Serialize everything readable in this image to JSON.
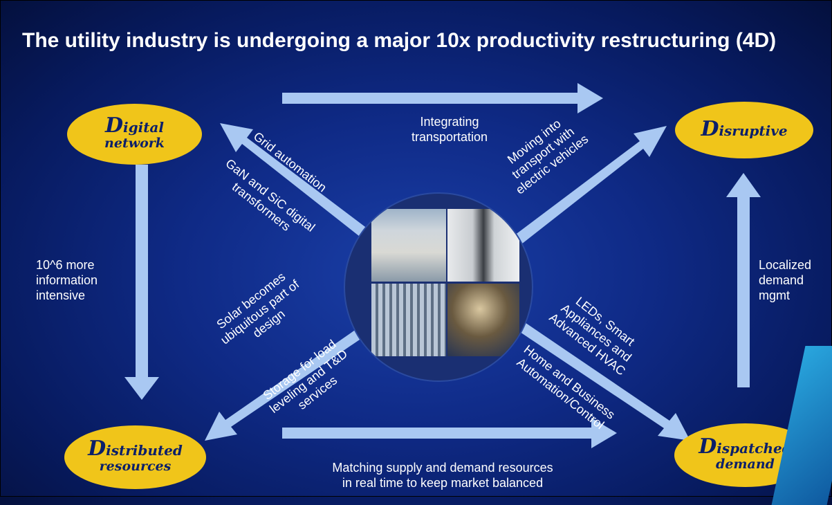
{
  "title": "The utility industry is undergoing a major 10x productivity restructuring (4D)",
  "nodes": {
    "digital": {
      "initial": "D",
      "rest_line1": "igital",
      "line2": "network"
    },
    "disruptive": {
      "initial": "D",
      "rest_line1": "isruptive",
      "line2": ""
    },
    "distributed": {
      "initial": "D",
      "rest_line1": "istributed",
      "line2": "resources"
    },
    "dispatched": {
      "initial": "D",
      "rest_line1": "ispatched",
      "line2": "demand"
    }
  },
  "labels": {
    "top": [
      "Integrating",
      "transportation"
    ],
    "left": [
      "10^6 more",
      "information",
      "intensive"
    ],
    "right": [
      "Localized",
      "demand",
      "mgmt"
    ],
    "bottom": [
      "Matching supply and demand resources",
      "in real time to keep market balanced"
    ],
    "nw_outer": "Grid automation",
    "nw_inner": [
      "GaN and SiC digital",
      "transformers"
    ],
    "ne": [
      "Moving into",
      "transport with",
      "electric vehicles"
    ],
    "sw_outer": [
      "Solar becomes",
      "ubiquitous part of",
      "design"
    ],
    "sw_inner": [
      "Storage for load",
      "leveling and T&D",
      "services"
    ],
    "se_outer": [
      "LEDs, Smart",
      "Appliances and",
      "Advanced HVAC"
    ],
    "se_inner": [
      "Home and Business",
      "Automation/Control"
    ]
  },
  "colors": {
    "arrow": "#a9c8f2",
    "oval": "#f0c51a",
    "oval_text": "#0b1f6a",
    "background": "#0f2a86"
  }
}
